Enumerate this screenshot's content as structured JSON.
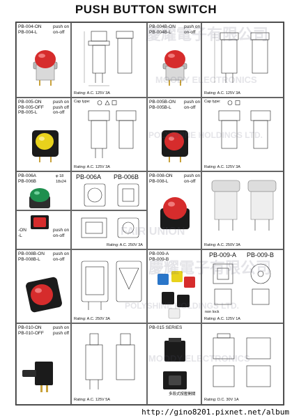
{
  "title": "PUSH BUTTON SWITCH",
  "footer_url": "http://gino8201.pixnet.net/album",
  "labels": {
    "pb004": "PB-004-ON\nPB-004-L",
    "pb004_right": "push on\non-off",
    "pb004b": "PB-004B-ON\nPB-004B-L",
    "pb004b_right": "push on\non-off",
    "pb005": "PB-005-ON\nPB-005-OFF\nPB-005-L",
    "pb005_right": "push on\npush off\non-off",
    "pb005b": "PB-005B-ON\nPB-005B-L",
    "pb005b_right": "push on\non-off",
    "pb006": "PB-006A\nPB-006B",
    "pb006a_title": "PB-006A",
    "pb006b_title": "PB-006B",
    "pb007": "-ON\n-L",
    "pb007_right": "push on\non-off",
    "pb008": "PB-008-ON\nPB-008-L",
    "pb008_right": "push on\non-off",
    "pb008b": "PB-008B-ON\nPB-008B-L",
    "pb008b_right": "push on\non-off",
    "pb009": "PB-009-A\nPB-009-B",
    "pb009a_title": "PB-009-A",
    "pb009b_title": "PB-009-B",
    "pb010": "PB-010-ON\nPB-010-OFF",
    "pb010_right": "push on\npush off",
    "pb015": "PB-015 SERIES"
  },
  "ratings": {
    "r1": "Rating: A.C. 125V 3A",
    "r2": "Rating: A.C. 125V 3A",
    "r3": "Rating: A.C. 125V 3A",
    "r4": "Rating: A.C. 125V 3A",
    "r5": "Rating: A.C. 250V 3A",
    "r6": "Rating: A.C. 250V 3A",
    "r7": "Rating: A.C. 125V 1A",
    "r8": "Rating: A.C. 125V 5A",
    "r9": "Rating: D.C. 30V 1A"
  },
  "notes": {
    "cap_type_1": "Cap type:",
    "cap_type_2": "Cap type:",
    "non_lock": "non lock",
    "pb015_cn": "多段式按壓開關",
    "dim_phi18": "φ 18",
    "dim_18x24": "18x24"
  },
  "watermarks": {
    "company_cn": "慶耀電子有限公司",
    "company_en": "MOODY ELECTRONICS",
    "holdings": "POLYSHINE HOLDINGS LTD.",
    "fairunion": "FAIR UNION"
  },
  "colors": {
    "red_cap": "#d62c2c",
    "yellow_cap": "#e8d21c",
    "green_cap": "#1e8f4e",
    "blue_cap": "#2a76c9",
    "black_body": "#1b1b1b"
  }
}
